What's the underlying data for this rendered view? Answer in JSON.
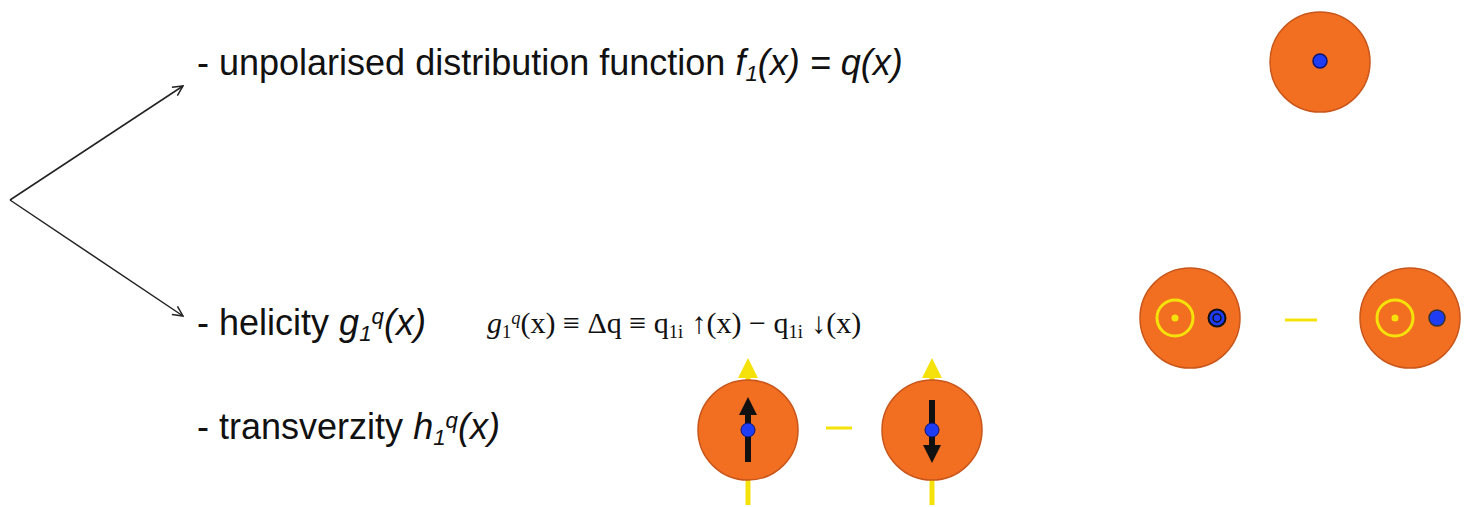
{
  "diagram": {
    "labels": [
      "- unpolarised distribution function",
      "f",
      "1",
      "(x) = q(x)",
      "- helicity",
      "g",
      "1",
      "q",
      "(x)",
      "g",
      "1",
      "q",
      "(x) ≡ Δq ≡ q",
      "1i",
      "↑(x) − q",
      "1i",
      "↓(x)",
      "- transverzity",
      "h",
      "1",
      "q",
      "(x)"
    ]
  }
}
